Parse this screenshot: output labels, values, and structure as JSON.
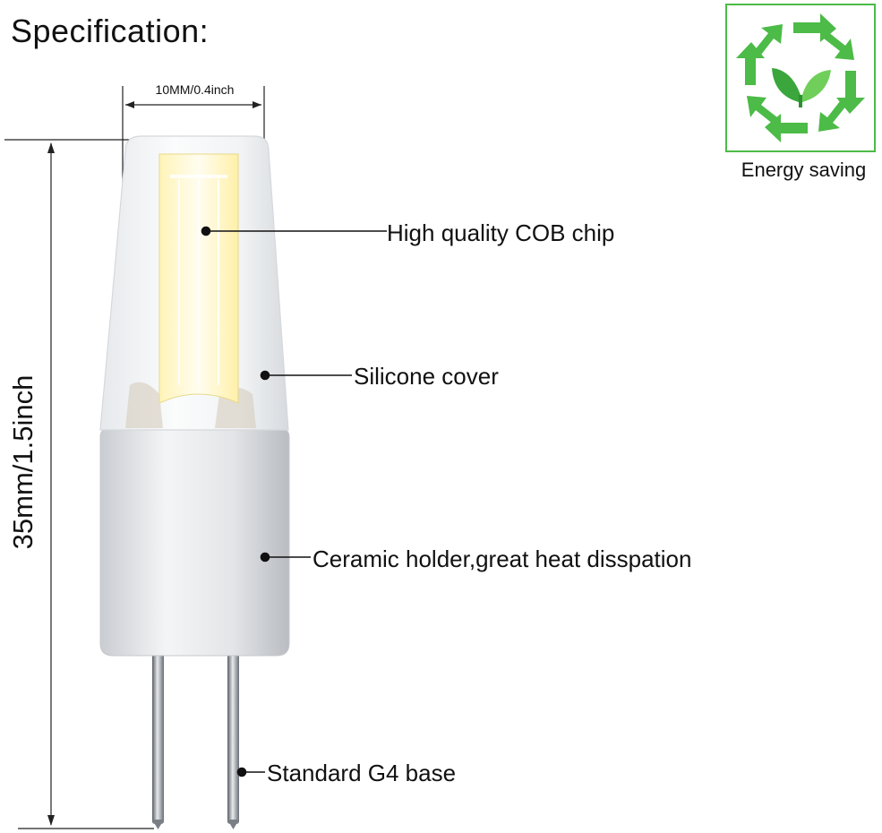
{
  "title": "Specification:",
  "dimensions": {
    "width_label": "10MM/0.4inch",
    "height_label": "35mm/1.5inch"
  },
  "callouts": {
    "cob_chip": "High quality COB chip",
    "silicone_cover": "Silicone cover",
    "ceramic_holder": "Ceramic holder,great heat disspation",
    "g4_base": "Standard G4 base"
  },
  "badge": {
    "caption": "Energy saving",
    "icon": "recycle-leaf-icon",
    "color": "#4cbb47"
  },
  "colors": {
    "chip": "#fffbd6",
    "silicone": "#f2f4f5",
    "ceramic": "#dfe1e4",
    "pin": "#9aa0a6"
  }
}
